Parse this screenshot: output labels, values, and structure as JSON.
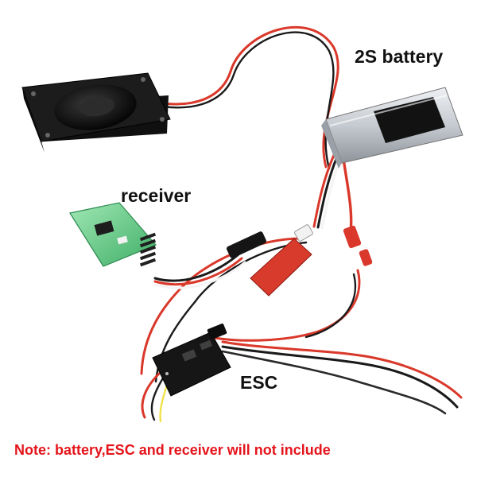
{
  "labels": {
    "battery": "2S battery",
    "receiver": "receiver",
    "esc": "ESC"
  },
  "note": "Note: battery,ESC and receiver will not include",
  "colors": {
    "note": "#e4141b",
    "label": "#111111",
    "wire_red": "#d9382a",
    "wire_black": "#1a1a1a",
    "wire_white": "#f4f4f4",
    "pcb_green": "#6fd08e",
    "battery_silver": "#cfd3d8"
  }
}
